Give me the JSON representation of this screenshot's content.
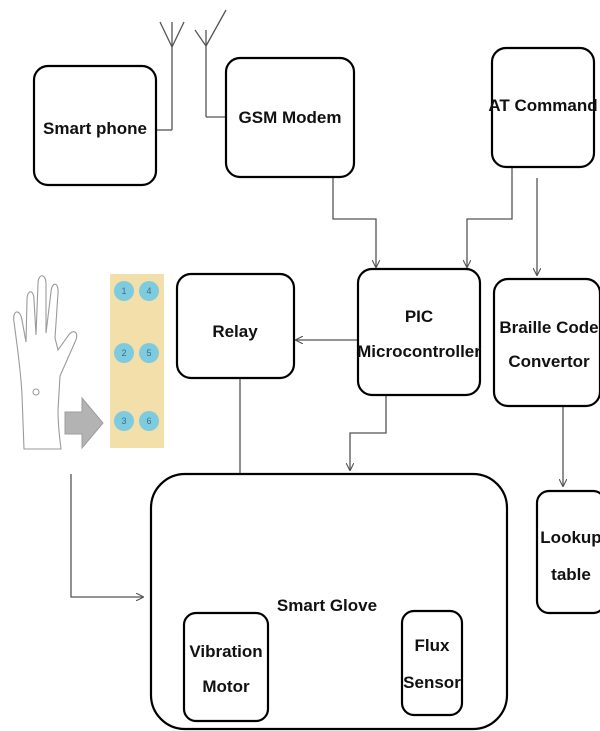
{
  "blocks": {
    "smart_phone": "Smart phone",
    "gsm_modem": "GSM Modem",
    "at_command": "AT Command",
    "relay": "Relay",
    "pic_line1": "PIC",
    "pic_line2": "Microcontroller",
    "braille_line1": "Braille Code",
    "braille_line2": "Convertor",
    "lookup_line1": "Lookup",
    "lookup_line2": "table",
    "smart_glove": "Smart Glove",
    "vibration_line1": "Vibration",
    "vibration_line2": "Motor",
    "flux_line1": "Flux",
    "flux_line2": "Sensor"
  },
  "braille_cell": {
    "dots": [
      "1",
      "2",
      "3",
      "4",
      "5",
      "6"
    ],
    "background_color": "#f2dfaa",
    "dot_color": "#7ecbe0"
  },
  "icons": {
    "antennas": "antenna-icon",
    "hand": "hand-outline-icon",
    "arrow": "gray-arrow-icon"
  }
}
